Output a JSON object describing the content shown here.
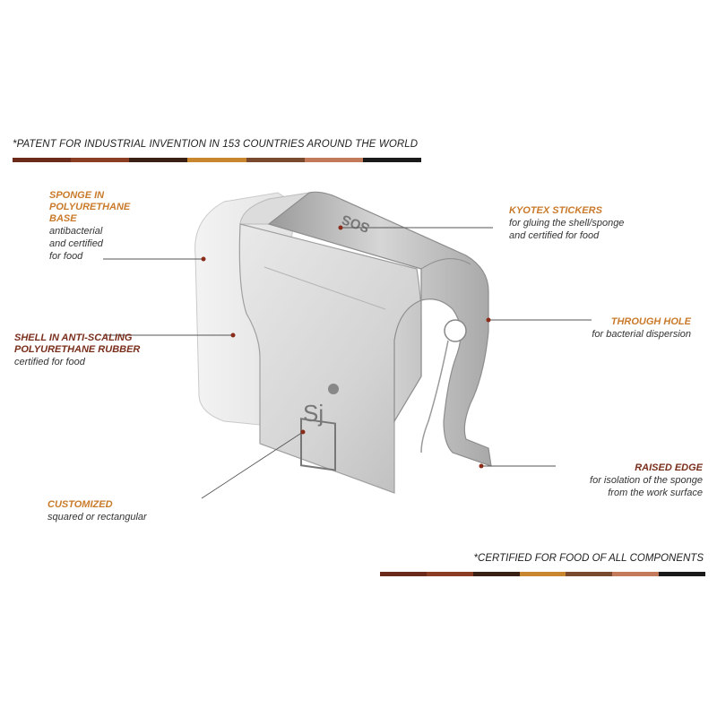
{
  "header_note": "*PATENT FOR INDUSTRIAL INVENTION IN 153 COUNTRIES AROUND THE WORLD",
  "footer_note": "*CERTIFIED FOR FOOD OF ALL COMPONENTS",
  "stripe_colors": [
    "#6b2a1a",
    "#8a3d22",
    "#3a1f14",
    "#c8862e",
    "#7a4a2e",
    "#c27a5a",
    "#1a1a1a"
  ],
  "accent_orange": "#c97a2a",
  "accent_brown": "#7a2e1c",
  "labels": {
    "sponge": {
      "title": "SPONGE IN POLYURETHANE BASE",
      "title_lines": [
        "SPONGE IN",
        "POLYURETHANE",
        "BASE"
      ],
      "desc_lines": [
        "antibacterial",
        "and certified",
        "for food"
      ]
    },
    "shell": {
      "title_lines": [
        "SHELL IN ANTI-SCALING",
        "POLYURETHANE RUBBER"
      ],
      "desc_lines": [
        "certified for food"
      ]
    },
    "customized": {
      "title_lines": [
        "CUSTOMIZED"
      ],
      "desc_lines": [
        "squared or rectangular"
      ]
    },
    "kyotex": {
      "title_lines": [
        "KYOTEX STICKERS"
      ],
      "desc_lines": [
        "for gluing the shell/sponge",
        "and certified for food"
      ]
    },
    "through_hole": {
      "title_lines": [
        "THROUGH HOLE"
      ],
      "desc_lines": [
        "for bacterial dispersion"
      ]
    },
    "raised_edge": {
      "title_lines": [
        "RAISED EDGE"
      ],
      "desc_lines": [
        "for isolation of the sponge",
        "from the work surface"
      ]
    }
  },
  "logo": {
    "mark": "Sj",
    "wordmark": "SOS"
  }
}
